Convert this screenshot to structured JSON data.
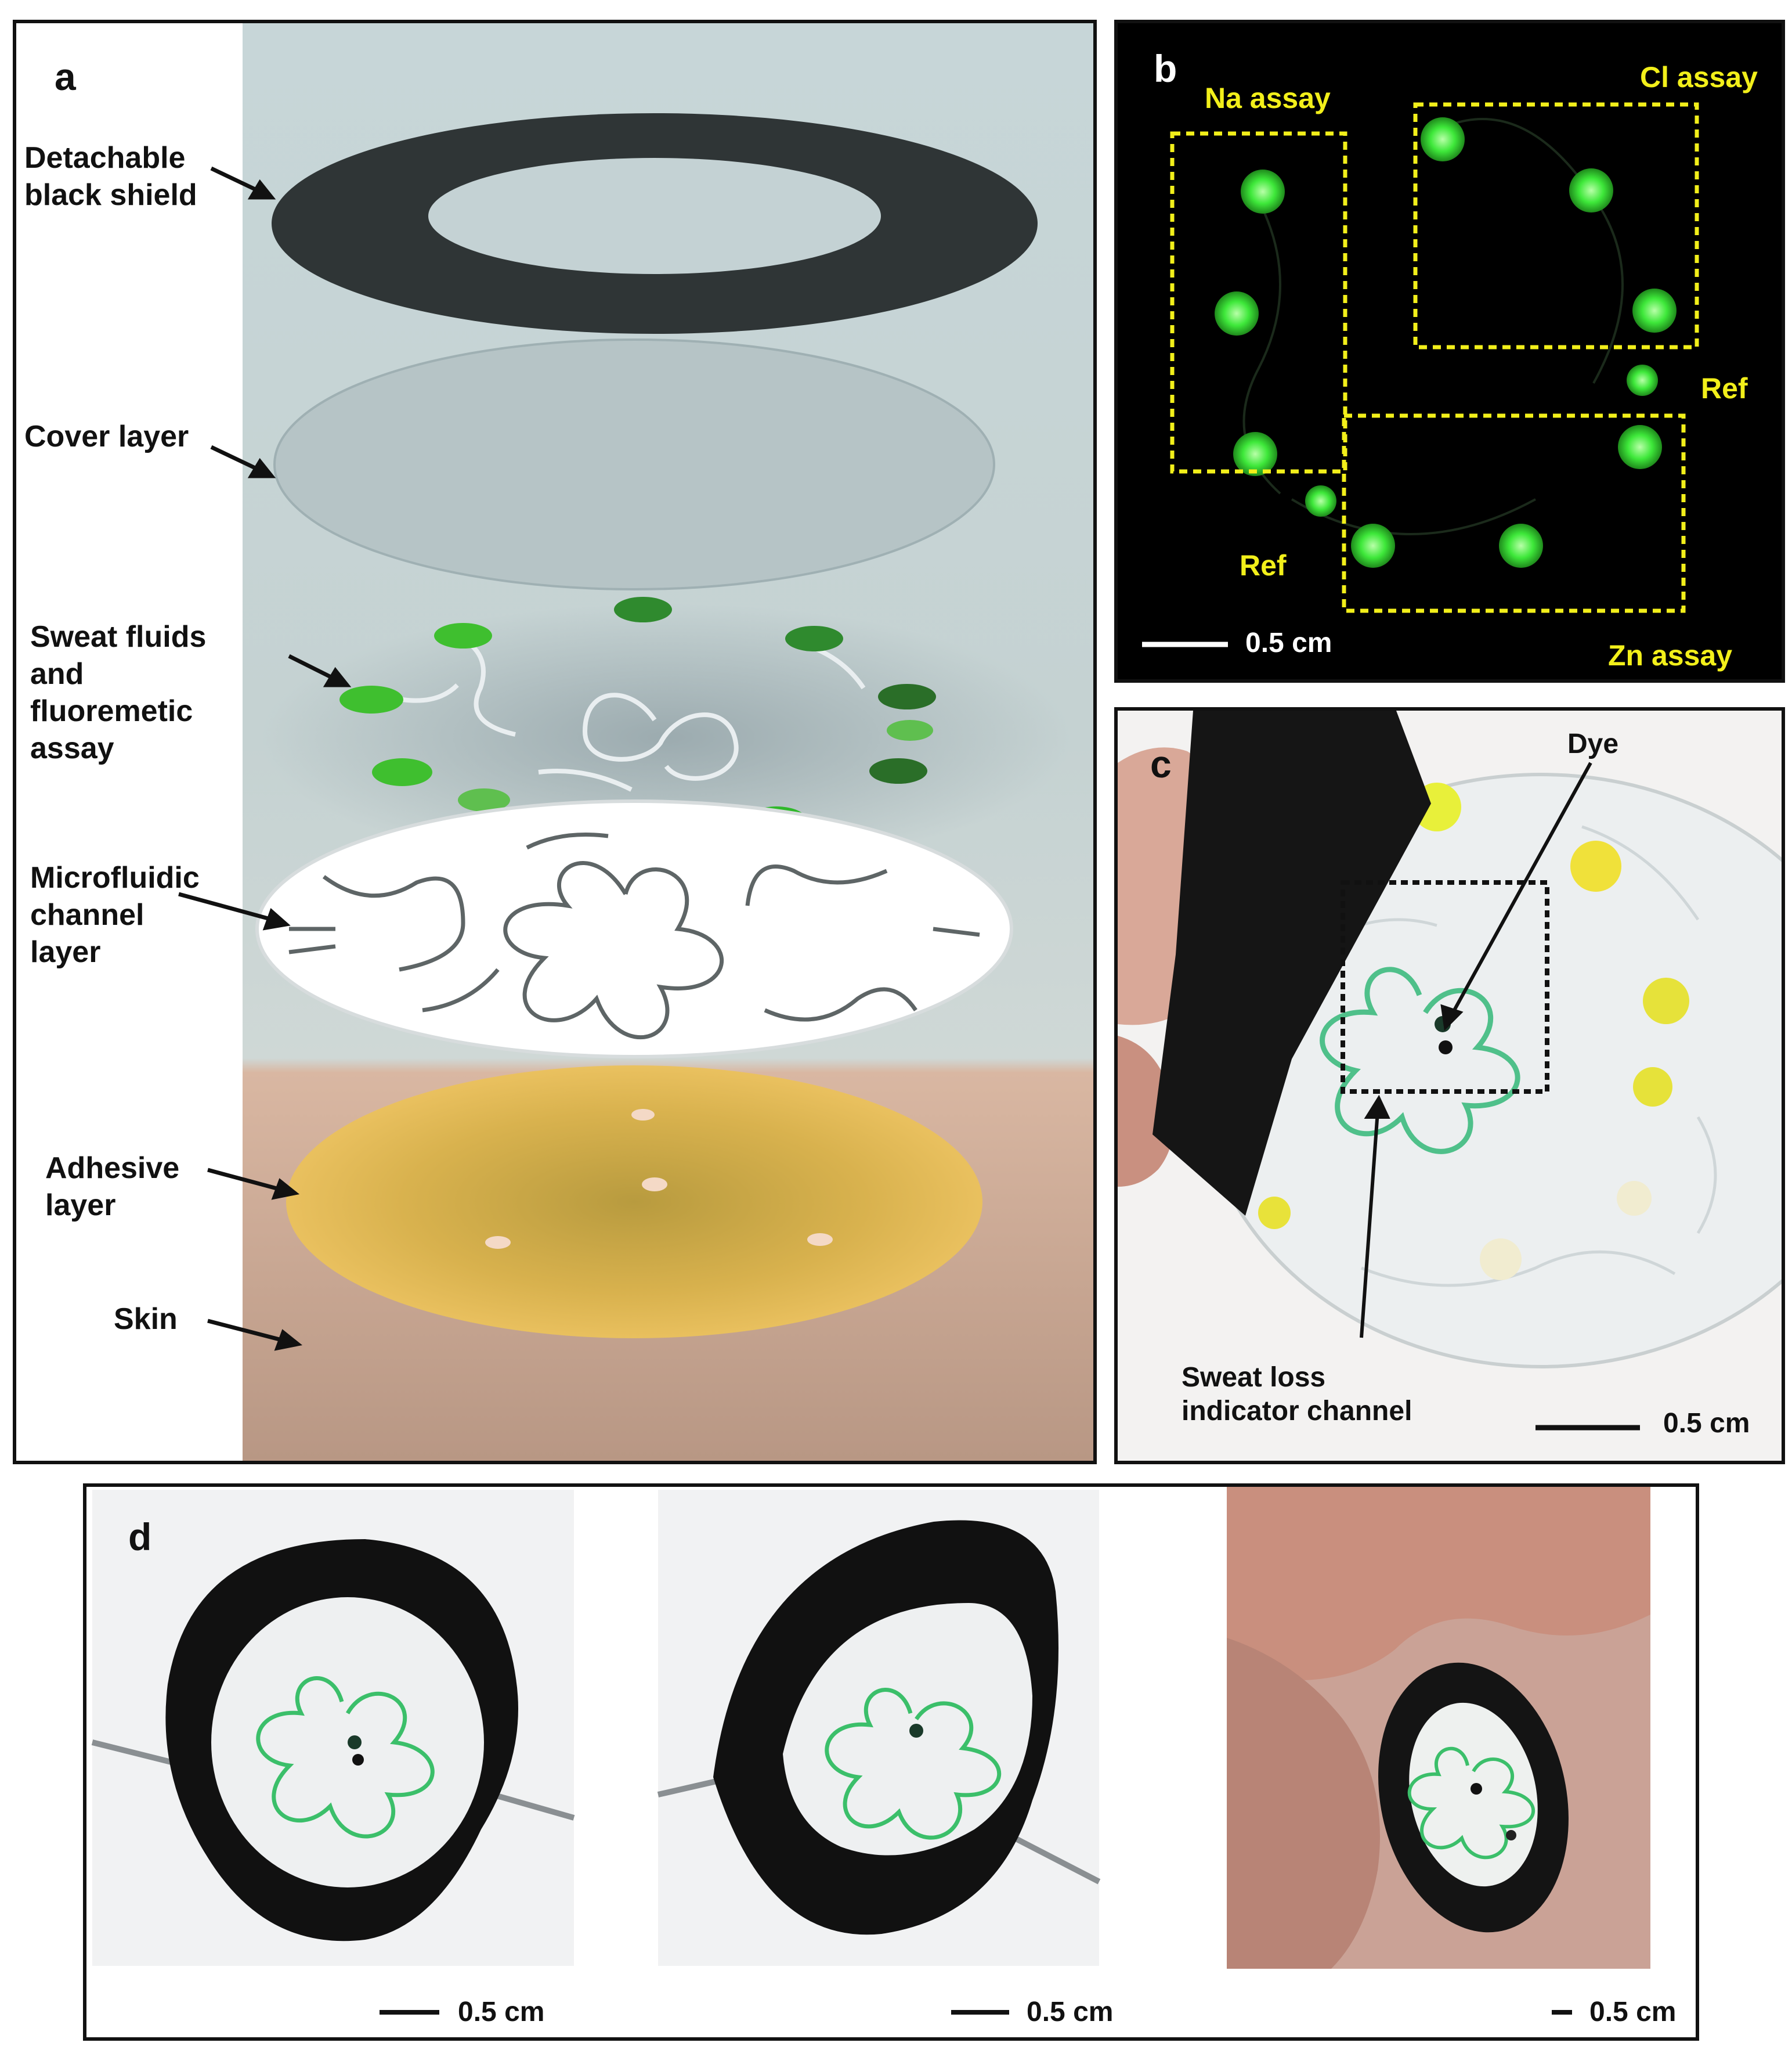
{
  "panel_a": {
    "letter": "a",
    "labels": {
      "shield": [
        "Detachable",
        "black shield"
      ],
      "cover": [
        "Cover layer"
      ],
      "sweat": [
        "Sweat fluids",
        "and",
        "fluoremetic",
        "assay"
      ],
      "micro": [
        "Microfluidic",
        "channel",
        "layer"
      ],
      "adhesive": [
        "Adhesive",
        "layer"
      ],
      "skin": [
        "Skin"
      ]
    }
  },
  "panel_b": {
    "letter": "b",
    "na": "Na assay",
    "cl": "Cl assay",
    "zn": "Zn assay",
    "ref1": "Ref",
    "ref2": "Ref",
    "scale": "0.5 cm"
  },
  "panel_c": {
    "letter": "c",
    "dye": "Dye",
    "channel": [
      "Sweat loss",
      "indicator channel"
    ],
    "scale": "0.5 cm"
  },
  "panel_d": {
    "letter": "d",
    "scale1": "0.5 cm",
    "scale2": "0.5 cm",
    "scale3": "0.5 cm"
  },
  "colors": {
    "fluor_green": "#3ee83a",
    "assay_box": "#f2ef1a",
    "channel_green": "#3bbf6a",
    "adhesive": "#e6b84a"
  }
}
